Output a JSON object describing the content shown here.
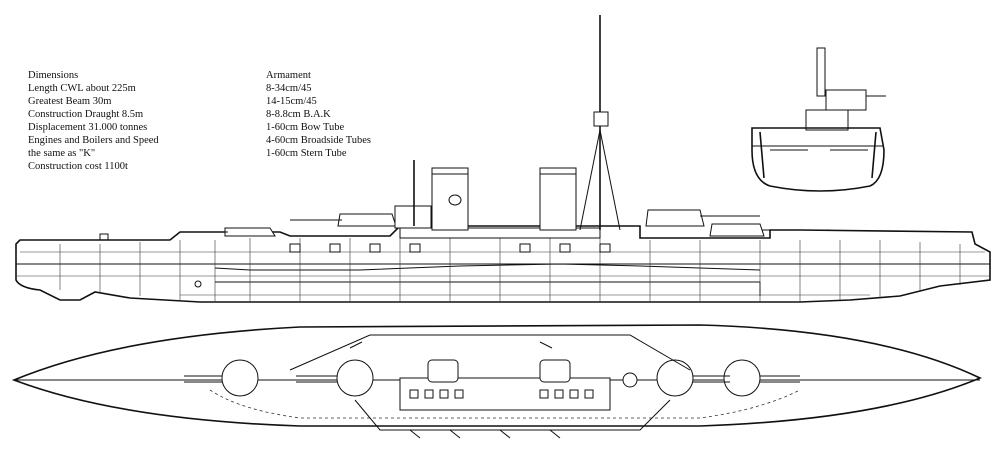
{
  "dimensions": {
    "title": "Dimensions",
    "lines": [
      "Length CWL about 225m",
      "Greatest Beam 30m",
      "Construction Draught 8.5m",
      "Displacement 31.000 tonnes",
      "Engines and Boilers and Speed",
      "the same as \"K\"",
      "Construction cost 1100t"
    ]
  },
  "armament": {
    "title": "Armament",
    "lines": [
      "8-34cm/45",
      "14-15cm/45",
      "8-8.8cm B.A.K",
      "1-60cm Bow Tube",
      "4-60cm Broadside Tubes",
      "1-60cm Stern Tube"
    ]
  }
}
